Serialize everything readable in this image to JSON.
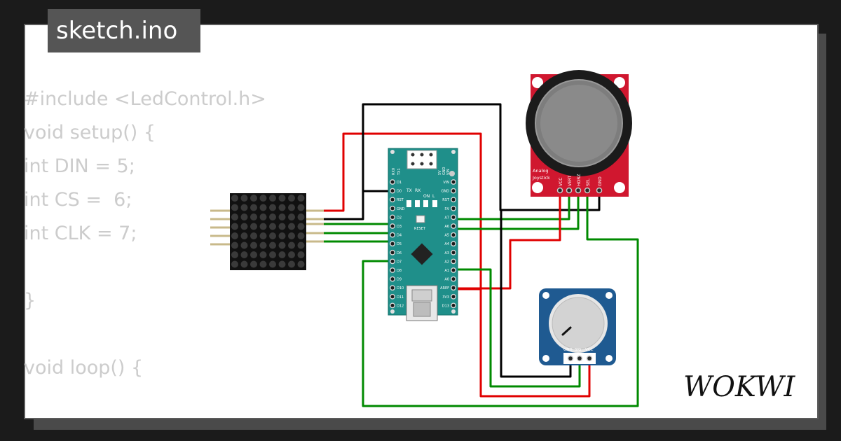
{
  "tab": {
    "filename": "sketch.ino"
  },
  "code_lines": [
    "#include <LedControl.h>",
    "void setup() {",
    "int DIN = 5;",
    "int CS =  6;",
    "int CLK = 7;",
    "",
    "}",
    "",
    "void loop() {"
  ],
  "brand": {
    "name": "WOKWI"
  },
  "nano": {
    "leds": [
      "TX",
      "RX",
      "ON",
      "L"
    ],
    "reset_label": "RESET",
    "top_labels": [
      "RX0",
      "TX1",
      "5V",
      "GND",
      "VIN"
    ],
    "left_pins": [
      "D1",
      "D0",
      "RST",
      "GND",
      "D2",
      "D3",
      "D4",
      "D5",
      "D6",
      "D7",
      "D8",
      "D9",
      "D10",
      "D11",
      "D12"
    ],
    "right_pins": [
      "VIN",
      "GND",
      "RST",
      "5V",
      "A7",
      "A6",
      "A5",
      "A4",
      "A3",
      "A2",
      "A1",
      "A0",
      "AREF",
      "3V3",
      "D13"
    ]
  },
  "joystick": {
    "label_line1": "Analog",
    "label_line2": "Joystick",
    "pins": [
      "VCC",
      "VERT",
      "HORZ",
      "SEL",
      "GND"
    ]
  },
  "potentiometer": {
    "pins": [
      "GND",
      "SIG",
      "VCC"
    ]
  },
  "colors": {
    "wire_red": "#e00000",
    "wire_black": "#000000",
    "wire_green": "#008a00",
    "nano_board": "#1f8f8a",
    "joystick_board": "#d0172f",
    "pot_board": "#1f5a91",
    "matrix": "#111111"
  }
}
